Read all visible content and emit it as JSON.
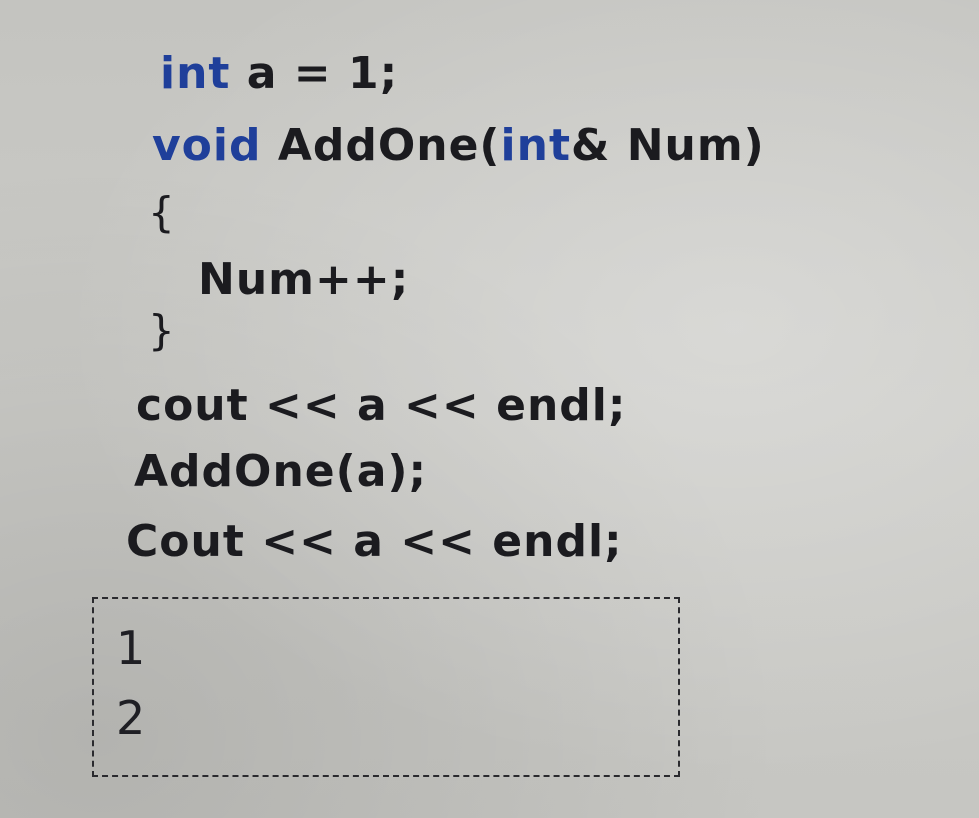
{
  "code": {
    "line1": {
      "keyword": "int",
      "rest": " a = 1;"
    },
    "line2": {
      "keyword": "void",
      "name": " AddOne(",
      "param_keyword": "int",
      "rest": "& Num)"
    },
    "open_brace": "{",
    "line3": "Num++;",
    "close_brace": "}",
    "line4": "cout << a << endl;",
    "line5": "AddOne(a);",
    "line6": "Cout << a << endl;"
  },
  "output": {
    "lines": [
      "1",
      "2"
    ]
  },
  "colors": {
    "keyword": "#1f3f9a",
    "ink": "#1b1b1f",
    "board": "#c8c8c4"
  }
}
